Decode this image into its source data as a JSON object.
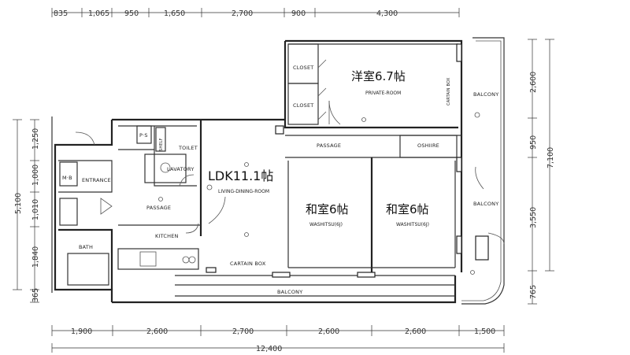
{
  "rooms": {
    "ldk": {
      "label": "LDK11.1帖",
      "sub": "LIVING-DINING-ROOM"
    },
    "western": {
      "label": "洋室6.7帖",
      "sub": "PRIVATE-ROOM"
    },
    "washitsu1": {
      "label": "和室6帖",
      "sub": "WASHITSU(6J)"
    },
    "washitsu2": {
      "label": "和室6帖",
      "sub": "WASHITSU(6J)"
    }
  },
  "labels": {
    "closet1": "CLOSET",
    "closet2": "CLOSET",
    "toilet": "TOILET",
    "lavatory": "LAVATORY",
    "entrance": "ENTRANCE",
    "passage_left": "PASSAGE",
    "passage_top": "PASSAGE",
    "kitchen": "KITCHEN",
    "bath": "BATH",
    "ps": "P·S",
    "shelf": "SHELF",
    "mb": "M·B",
    "oshire": "OSHIIRE",
    "curtain_box_bottom": "CARTAIN BOX",
    "curtain_box_right": "CARTAIN BOX",
    "balcony_bottom": "BALCONY",
    "balcony_right_top": "BALCONY",
    "balcony_right_mid": "BALCONY"
  },
  "dimensions": {
    "top": [
      "835",
      "1,065",
      "950",
      "1,650",
      "2,700",
      "900",
      "4,300"
    ],
    "bottom": [
      "1,900",
      "2,600",
      "2,700",
      "2,600",
      "2,600",
      "1,500"
    ],
    "bottom_total": "12,400",
    "left": [
      "1,250",
      "1,000",
      "1,010",
      "1,840",
      "365"
    ],
    "left_total": "5,100",
    "right": [
      "2,600",
      "950",
      "3,550",
      "765"
    ],
    "right_total": "7,100"
  }
}
